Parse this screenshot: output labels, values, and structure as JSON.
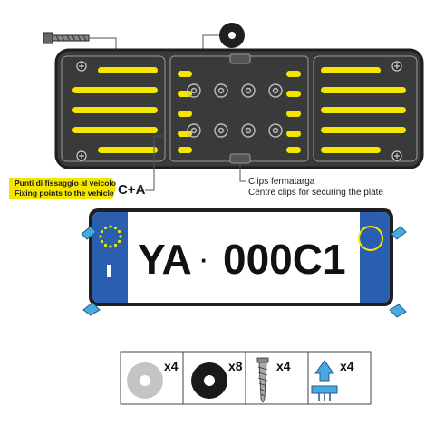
{
  "colors": {
    "frame": "#3a3a3a",
    "frame_stroke": "#1e1e1e",
    "slot_yellow": "#f5e600",
    "callout_yellow": "#f5e600",
    "plate_blue": "#2a5fb0",
    "eu_star": "#f5e600",
    "clip_blue": "#4aa8e0",
    "accent_blue": "#3b82c4"
  },
  "callouts": {
    "fixing_points_it": "Punti di fissaggio al veicolo",
    "fixing_points_en": "Fixing points to the vehicle",
    "fixing_code": "C+A",
    "clips_it": "Clips fermatarga",
    "clips_en": "Centre clips for securing the plate"
  },
  "plate": {
    "left_text": "YA",
    "separator": "·",
    "right_text": "000C1"
  },
  "parts": [
    {
      "name": "grey-washer",
      "icon": "washer-grey-icon",
      "qty": "x4"
    },
    {
      "name": "black-washer",
      "icon": "washer-black-icon",
      "qty": "x8"
    },
    {
      "name": "screw",
      "icon": "screw-icon",
      "qty": "x4"
    },
    {
      "name": "clip",
      "icon": "clip-icon",
      "qty": "x4"
    }
  ]
}
